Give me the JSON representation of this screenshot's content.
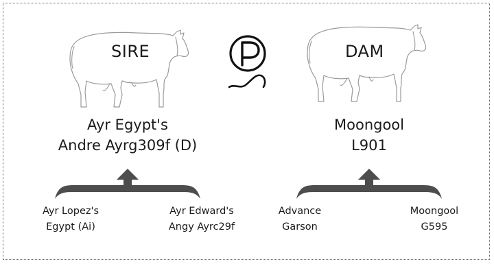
{
  "sire": {
    "label": "SIRE",
    "name_line1": "Ayr Egypt's",
    "name_line2": "Andre Ayrg309f (D)",
    "grandsire": {
      "line1": "Ayr Lopez's",
      "line2": "Egypt (Ai)"
    },
    "granddam": {
      "line1": "Ayr Edward's",
      "line2": "Angy Ayrc29f"
    }
  },
  "dam": {
    "label": "DAM",
    "name_line1": "Moongool",
    "name_line2": "L901",
    "grandsire": {
      "line1": "Advance",
      "line2": "Garson"
    },
    "granddam": {
      "line1": "Moongool",
      "line2": "G595"
    }
  },
  "badge": {
    "letter": "P",
    "icon": "polled-icon"
  },
  "colors": {
    "bracket": "#4d4d4d",
    "outline": "#9a9a9a",
    "text": "#1a1a1a"
  }
}
